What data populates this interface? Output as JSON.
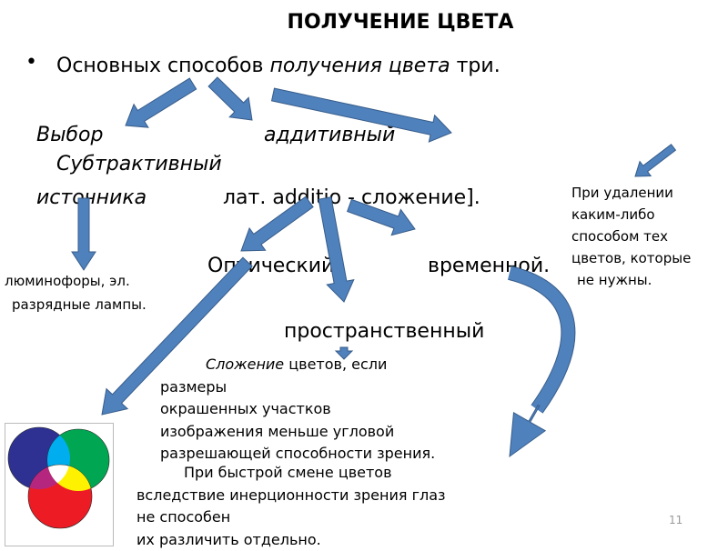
{
  "slide": {
    "title": "ПОЛУЧЕНИЕ ЦВЕТА",
    "bullet": {
      "prefix": "Основных способов ",
      "italic": "получения цвета",
      "suffix": " три."
    },
    "labels": {
      "choice": "Выбор",
      "source": "источника",
      "additive": "аддитивный",
      "subtractive": "Субтрактивный",
      "latin": "лат. additio - сложение].",
      "optical": "Оптический",
      "temporal": "временной.",
      "spatial": "пространственный"
    },
    "left_note": [
      "люминофоры,  эл.",
      "разрядные лампы."
    ],
    "right_note": [
      "При удалении",
      "каким-либо",
      "способом тех",
      "цветов, которые",
      "не нужны."
    ],
    "spatial_note": {
      "italic": "Сложение",
      "first_rest": " цветов, если",
      "lines": [
        "размеры",
        "окрашенных участков",
        "изображения меньше угловой",
        "разрешающей способности зрения."
      ]
    },
    "temporal_note": [
      "При быстрой смене цветов",
      "вследствие инерционности зрения  глаз",
      "не способен",
      "их различить отдельно."
    ],
    "page_number": "11"
  },
  "colors": {
    "arrow_fill": "#4f81bd",
    "arrow_stroke": "#385d8a",
    "circle_blue": "#2e3192",
    "circle_green": "#00a651",
    "circle_red": "#ed1c24",
    "overlap_cyan": "#00aeef",
    "overlap_magenta": "#b5267f",
    "overlap_yellow": "#fff200"
  }
}
